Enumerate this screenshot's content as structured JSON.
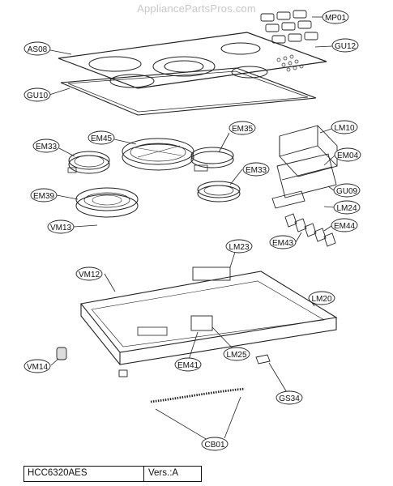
{
  "watermark": "AppliancePartsPros.com",
  "callouts": [
    {
      "id": "MP01"
    },
    {
      "id": "AS08"
    },
    {
      "id": "GU12"
    },
    {
      "id": "GU10"
    },
    {
      "id": "EM45"
    },
    {
      "id": "EM35"
    },
    {
      "id": "LM10"
    },
    {
      "id": "EM33"
    },
    {
      "id": "EM04"
    },
    {
      "id": "EM33"
    },
    {
      "id": "GU09"
    },
    {
      "id": "EM39"
    },
    {
      "id": "LM24"
    },
    {
      "id": "EM44"
    },
    {
      "id": "VM13"
    },
    {
      "id": "EM43"
    },
    {
      "id": "LM23"
    },
    {
      "id": "VM12"
    },
    {
      "id": "LM20"
    },
    {
      "id": "LM25"
    },
    {
      "id": "EM41"
    },
    {
      "id": "VM14"
    },
    {
      "id": "GS34"
    },
    {
      "id": "CB01"
    }
  ],
  "title_block": {
    "model": "HCC6320AES",
    "version": "Vers.:A"
  }
}
